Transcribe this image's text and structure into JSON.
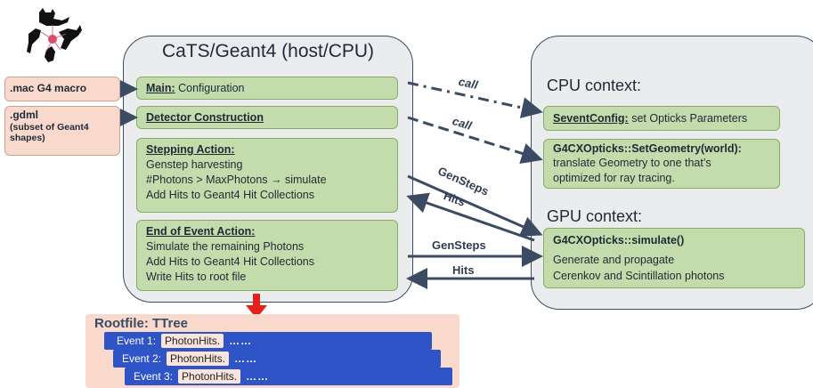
{
  "inputs": {
    "mac": ".mac G4 macro",
    "gdml_title": ".gdml",
    "gdml_sub": "(subset of Geant4 shapes)"
  },
  "host": {
    "title": "CaTS/Geant4 (host/CPU)",
    "main": {
      "head": "Main:",
      "text": " Configuration"
    },
    "detector": {
      "head": "Detector Construction"
    },
    "stepping": {
      "head": "Stepping Action:",
      "lines": [
        "Genstep harvesting",
        "#Photons > MaxPhotons → simulate",
        "Add Hits to Geant4 Hit Collections"
      ]
    },
    "end_event": {
      "head": "End of Event Action:",
      "lines": [
        "Simulate the remaining Photons",
        "Add Hits to Geant4 Hit Collections",
        "Write Hits to root file"
      ]
    }
  },
  "cpu_context": {
    "title": "CPU context:",
    "sevent": {
      "head": "SeventConfig:",
      "text": " set Opticks Parameters"
    },
    "geometry": {
      "head": "G4CXOpticks::SetGeometry(world):",
      "lines": [
        "translate Geometry to one that’s",
        "optimized for ray tracing."
      ]
    }
  },
  "gpu_context": {
    "title": "GPU context:",
    "simulate": {
      "head": "G4CXOpticks::simulate()",
      "lines": [
        "Generate and propagate",
        "Cerenkov and Scintillation photons"
      ]
    }
  },
  "arrows": {
    "call1": "call",
    "call2": "call",
    "gensteps1": "GenSteps",
    "hits1": "Hits",
    "gensteps2": "GenSteps",
    "hits2": "Hits"
  },
  "rootfile": {
    "title": "Rootfile:  TTree",
    "events": [
      {
        "label": "Event 1:",
        "field": "PhotonHits.",
        "dots": "……"
      },
      {
        "label": "Event 2:",
        "field": "PhotonHits.",
        "dots": "……"
      },
      {
        "label": "Event 3:",
        "field": "PhotonHits.",
        "dots": "……"
      }
    ]
  },
  "colors": {
    "green_fill": "#c4dbab",
    "peach_fill": "#f8d9cc",
    "event_bar": "#2f54c8",
    "arrow_red": "#e8201a",
    "arrow_dark": "#3a4b63"
  }
}
